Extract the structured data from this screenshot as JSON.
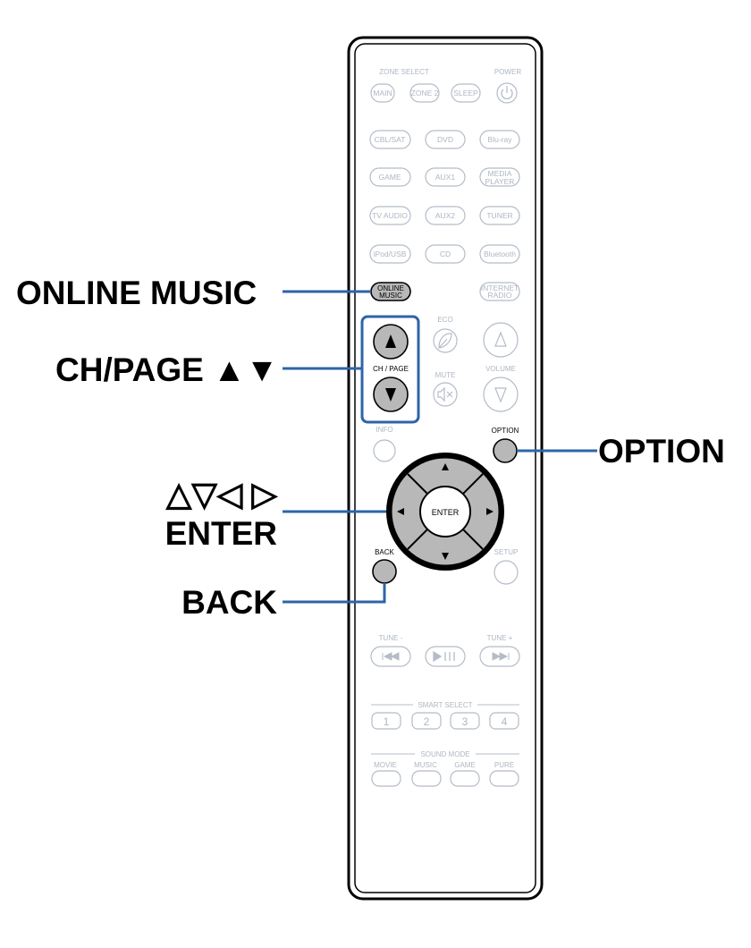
{
  "callouts": {
    "online_music": "ONLINE MUSIC",
    "ch_page": "CH/PAGE ▲▼",
    "option": "OPTION",
    "arrows": "△▽◁ ▷",
    "enter": "ENTER",
    "back": "BACK"
  },
  "remote": {
    "zone_select": "ZONE SELECT",
    "power": "POWER",
    "row1": [
      "MAIN",
      "ZONE 2",
      "SLEEP"
    ],
    "row2": [
      "CBL/SAT",
      "DVD",
      "Blu-ray"
    ],
    "row3_a": "GAME",
    "row3_b": "AUX1",
    "row3_c1": "MEDIA",
    "row3_c2": "PLAYER",
    "row4": [
      "TV AUDIO",
      "AUX2",
      "TUNER"
    ],
    "row5": [
      "iPod/USB",
      "CD",
      "Bluetooth"
    ],
    "online1": "ONLINE",
    "online2": "MUSIC",
    "internet1": "INTERNET",
    "internet2": "RADIO",
    "eco": "ECO",
    "ch_page": "CH / PAGE",
    "mute": "MUTE",
    "volume": "VOLUME",
    "info": "INFO",
    "option": "OPTION",
    "enter": "ENTER",
    "back": "BACK",
    "setup": "SETUP",
    "tune_minus": "TUNE -",
    "tune_plus": "TUNE +",
    "smart_select": "SMART SELECT",
    "smart": [
      "1",
      "2",
      "3",
      "4"
    ],
    "sound_mode": "SOUND MODE",
    "modes": [
      "MOVIE",
      "MUSIC",
      "GAME",
      "PURE"
    ]
  },
  "colors": {
    "highlight": "#2e64a8",
    "active_button": "#b8b8b8",
    "inactive_outline": "#b4bcc8"
  }
}
